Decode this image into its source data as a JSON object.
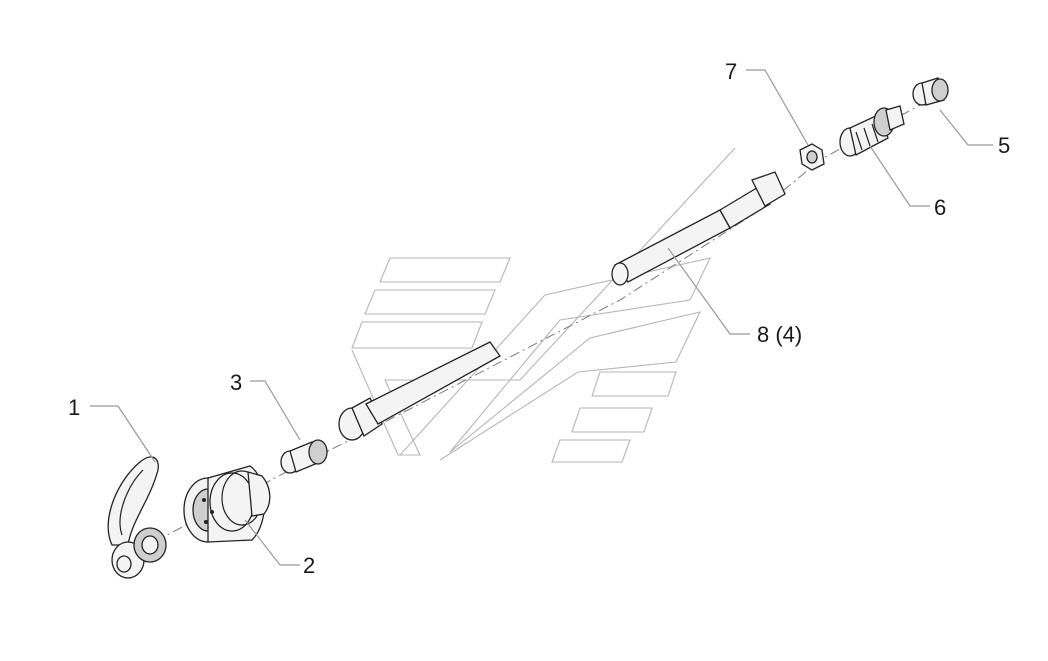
{
  "diagram": {
    "callouts": [
      {
        "id": "1",
        "text": "1"
      },
      {
        "id": "2",
        "text": "2"
      },
      {
        "id": "3",
        "text": "3"
      },
      {
        "id": "5",
        "text": "5"
      },
      {
        "id": "6",
        "text": "6"
      },
      {
        "id": "7",
        "text": "7"
      },
      {
        "id": "8",
        "text": "8 (4)"
      }
    ]
  }
}
